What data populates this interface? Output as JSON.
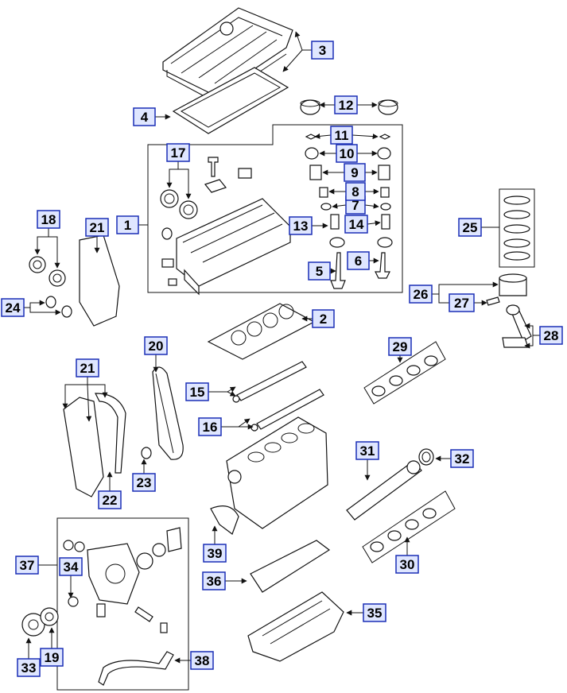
{
  "callouts": [
    "1",
    "2",
    "3",
    "4",
    "5",
    "6",
    "7",
    "8",
    "9",
    "10",
    "11",
    "12",
    "13",
    "14",
    "15",
    "16",
    "17",
    "18",
    "19",
    "20",
    "21",
    "22",
    "23",
    "24",
    "25",
    "26",
    "27",
    "28",
    "29",
    "30",
    "31",
    "32",
    "33",
    "34",
    "35",
    "36",
    "37",
    "38",
    "39"
  ],
  "callout_fill": "#dfe6ff",
  "callout_border": "#1a2fb5"
}
